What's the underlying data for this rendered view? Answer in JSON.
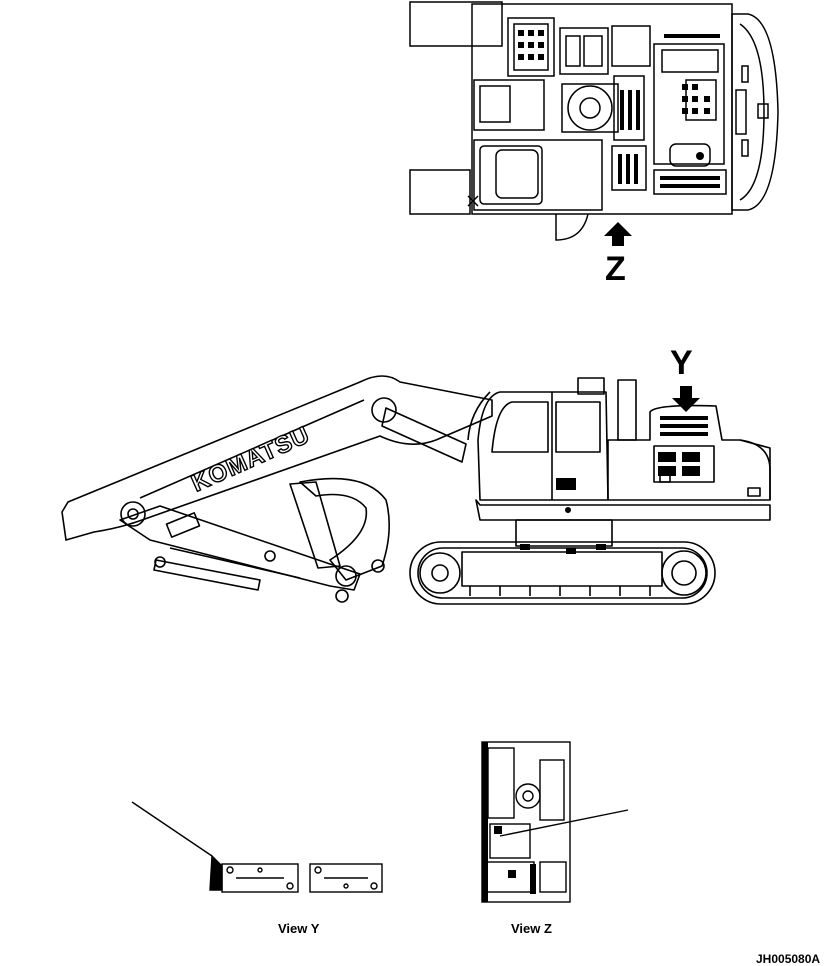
{
  "labels": {
    "view_z_arrow": "Z",
    "view_y_arrow": "Y",
    "brand": "KOMATSU",
    "view_y_caption": "View Y",
    "view_z_caption": "View Z",
    "drawing_code": "JH005080A"
  },
  "colors": {
    "line": "#000000",
    "background": "#ffffff"
  }
}
